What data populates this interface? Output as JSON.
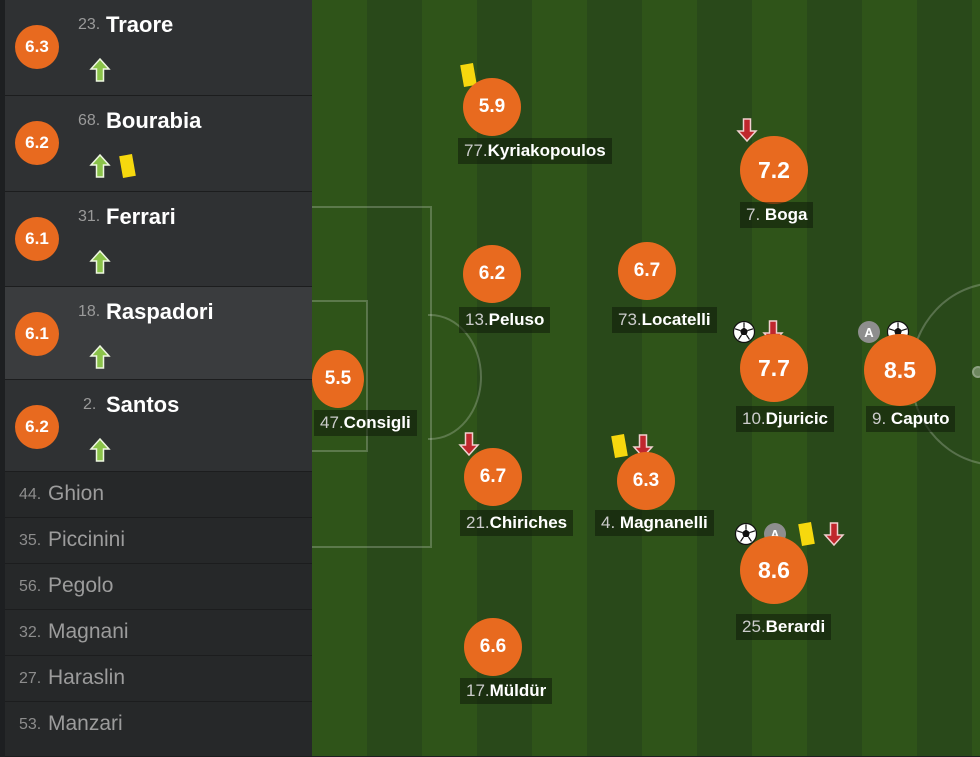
{
  "substitutes": [
    {
      "number": "23.",
      "name": "Traore",
      "rating": "6.3",
      "events": [
        "sub-in"
      ],
      "highlighted": false
    },
    {
      "number": "68.",
      "name": "Bourabia",
      "rating": "6.2",
      "events": [
        "sub-in",
        "yellow-card"
      ],
      "highlighted": false
    },
    {
      "number": "31.",
      "name": "Ferrari",
      "rating": "6.1",
      "events": [
        "sub-in"
      ],
      "highlighted": false
    },
    {
      "number": "18.",
      "name": "Raspadori",
      "rating": "6.1",
      "events": [
        "sub-in"
      ],
      "highlighted": true
    },
    {
      "number": "2.",
      "name": "Santos",
      "rating": "6.2",
      "events": [
        "sub-in"
      ],
      "highlighted": false
    }
  ],
  "bench": [
    {
      "number": "44.",
      "name": "Ghion"
    },
    {
      "number": "35.",
      "name": "Piccinini"
    },
    {
      "number": "56.",
      "name": "Pegolo"
    },
    {
      "number": "32.",
      "name": "Magnani"
    },
    {
      "number": "27.",
      "name": "Haraslin"
    },
    {
      "number": "53.",
      "name": "Manzari"
    }
  ],
  "lineup": [
    {
      "id": "consigli",
      "number": "47.",
      "name": "Consigli",
      "rating": "5.5",
      "events": []
    },
    {
      "id": "kyriakopoulos",
      "number": "77.",
      "name": "Kyriakopoulos",
      "rating": "5.9",
      "events": [
        "yellow-card"
      ]
    },
    {
      "id": "peluso",
      "number": "13.",
      "name": "Peluso",
      "rating": "6.2",
      "events": []
    },
    {
      "id": "chiriches",
      "number": "21.",
      "name": "Chiriches",
      "rating": "6.7",
      "events": [
        "sub-out"
      ]
    },
    {
      "id": "muldur",
      "number": "17.",
      "name": "Müldür",
      "rating": "6.6",
      "events": []
    },
    {
      "id": "locatelli",
      "number": "73.",
      "name": "Locatelli",
      "rating": "6.7",
      "events": []
    },
    {
      "id": "magnanelli",
      "number": "4.",
      "name": "Magnanelli",
      "rating": "6.3",
      "events": [
        "yellow-card",
        "sub-out"
      ]
    },
    {
      "id": "boga",
      "number": "7.",
      "name": "Boga",
      "rating": "7.2",
      "events": [
        "sub-out"
      ]
    },
    {
      "id": "djuricic",
      "number": "10.",
      "name": "Djuricic",
      "rating": "7.7",
      "events": [
        "goal",
        "sub-out"
      ]
    },
    {
      "id": "berardi",
      "number": "25.",
      "name": "Berardi",
      "rating": "8.6",
      "events": [
        "goal",
        "assist",
        "yellow-card",
        "sub-out"
      ]
    },
    {
      "id": "caputo",
      "number": "9.",
      "name": "Caputo",
      "rating": "8.5",
      "events": [
        "assist",
        "goal"
      ]
    }
  ],
  "assist_letter": "A",
  "colors": {
    "rating_badge": "#e86a1f",
    "sub_in_arrow": "#8bc34a",
    "sub_out_arrow": "#c0272d",
    "yellow_card": "#f6d80e",
    "assist_badge": "#8e8e8e"
  },
  "icons": {
    "sub-in": "green-up-arrow-icon",
    "sub-out": "red-down-arrow-icon",
    "yellow-card": "yellow-card-icon",
    "goal": "soccer-ball-icon",
    "assist": "assist-badge-icon"
  }
}
